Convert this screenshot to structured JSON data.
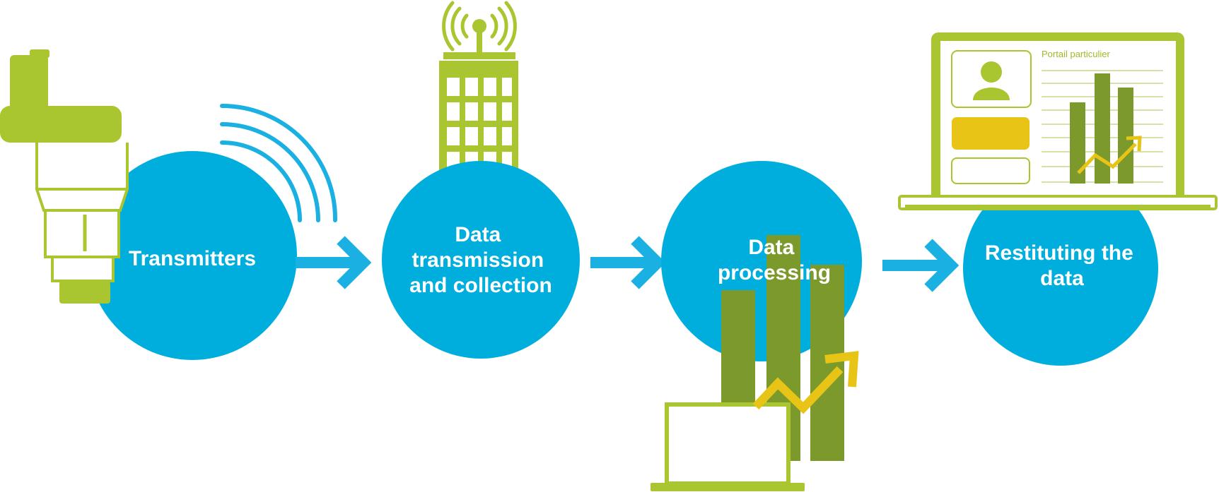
{
  "colors": {
    "circle": "#00aede",
    "arrow": "#1ab0e2",
    "lime": "#a9c52f",
    "dark_green": "#7c9a2c",
    "yellow": "#e8c417",
    "label_text": "#ffffff"
  },
  "icons": [
    "water-meter-icon",
    "radio-waves-icon",
    "antenna-tower-icon",
    "laptop-icon",
    "bar-chart-icon",
    "trend-arrow-icon",
    "user-avatar-icon"
  ],
  "steps": [
    {
      "label_lines": [
        "Transmitters"
      ]
    },
    {
      "label_lines": [
        "Data",
        "transmission",
        "and collection"
      ]
    },
    {
      "label_lines": [
        "Data",
        "processing"
      ]
    },
    {
      "label_lines": [
        "Restituting the",
        "data"
      ]
    }
  ],
  "portal": {
    "title": "Portail particulier"
  }
}
